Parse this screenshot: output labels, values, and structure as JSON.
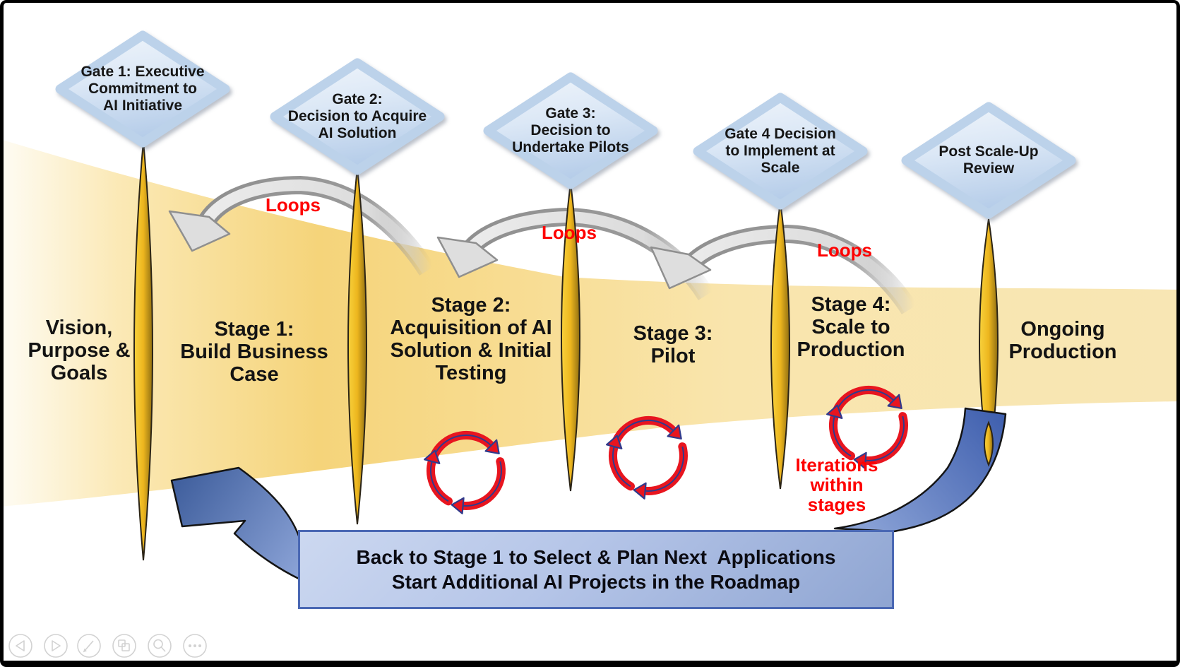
{
  "slide": {
    "description": "AI initiative roadmap diagram with stage gates, loops and iteration cycles",
    "gates": [
      {
        "label": "Gate 1: Executive\nCommitment to\nAI Initiative"
      },
      {
        "label": "Gate  2:\nDecision to Acquire\nAI Solution"
      },
      {
        "label": "Gate 3:\nDecision to\nUndertake Pilots"
      },
      {
        "label": "Gate 4 Decision\nto Implement at\nScale"
      },
      {
        "label": "Post Scale-Up\nReview"
      }
    ],
    "stages": [
      {
        "label": "Vision,\nPurpose &\nGoals"
      },
      {
        "label": "Stage 1:\nBuild Business\nCase"
      },
      {
        "label": "Stage 2:\nAcquisition of AI\nSolution & Initial\nTesting"
      },
      {
        "label": "Stage 3:\nPilot"
      },
      {
        "label": "Stage 4:\nScale to\nProduction"
      },
      {
        "label": "Ongoing\nProduction"
      }
    ],
    "loop_labels": {
      "loop1": "Loops",
      "loop2": "Loops",
      "loop3": "Loops"
    },
    "iterations_note": "Iterations\nwithin\nstages",
    "banner": {
      "line1": "Back to Stage 1 to Select & Plan Next  Applications",
      "line2": "Start Additional AI Projects in the Roadmap"
    },
    "colors": {
      "funnel_gold": "#f5d47a",
      "funnel_pale": "#fdfbf3",
      "gate_diamond_fill": "#dce8f6",
      "gate_diamond_edge": "#bcd2ea",
      "spindle_gold": "#edb61e",
      "loop_arrow_gray": "#9a9a9a",
      "loop_text_red": "#fe0000",
      "cycle_red": "#e8151f",
      "cycle_navy": "#303a8c",
      "return_arrow_blue_dark": "#3f5fae",
      "return_arrow_blue_light": "#8aa2d6",
      "banner_border_blue": "#4a68b4",
      "banner_fill_blue": "#b5c5e8"
    }
  },
  "controls": {
    "icons": [
      "previous-slide",
      "next-slide",
      "pen-tools",
      "see-all-slides",
      "zoom",
      "more-options"
    ]
  }
}
